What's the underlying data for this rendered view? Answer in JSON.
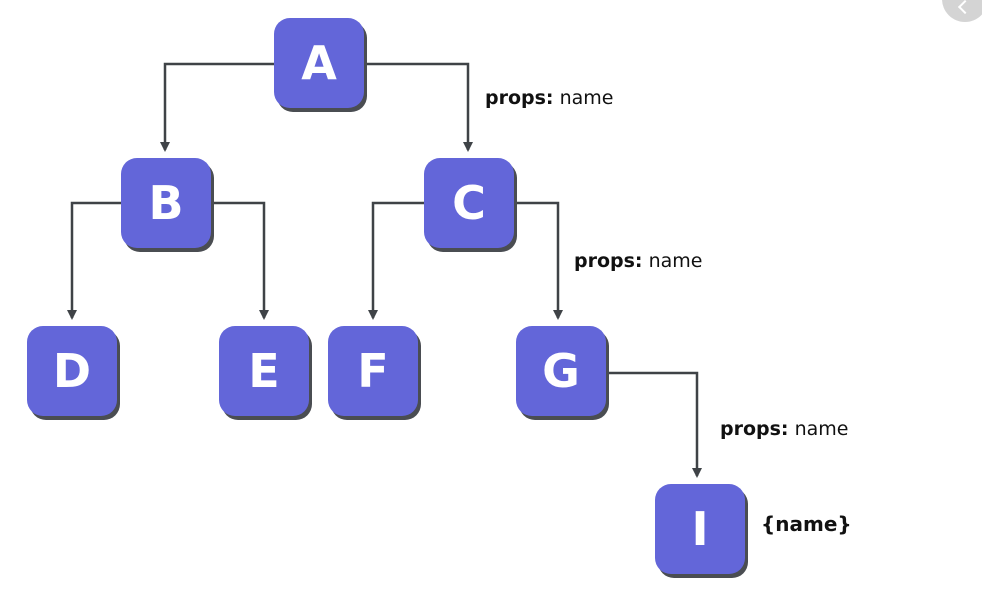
{
  "nodes": {
    "a": "A",
    "b": "B",
    "c": "C",
    "d": "D",
    "e": "E",
    "f": "F",
    "g": "G",
    "i": "I"
  },
  "edge_labels": {
    "a_c": {
      "key": "props:",
      "value": " name"
    },
    "c_g": {
      "key": "props:",
      "value": " name"
    },
    "g_i": {
      "key": "props:",
      "value": " name"
    }
  },
  "usage_label": "{name}",
  "colors": {
    "node_fill": "#6366d9",
    "node_shadow": "#4a4d52",
    "edge": "#3f4347"
  },
  "icons": {
    "corner": "chevron-left-icon"
  }
}
